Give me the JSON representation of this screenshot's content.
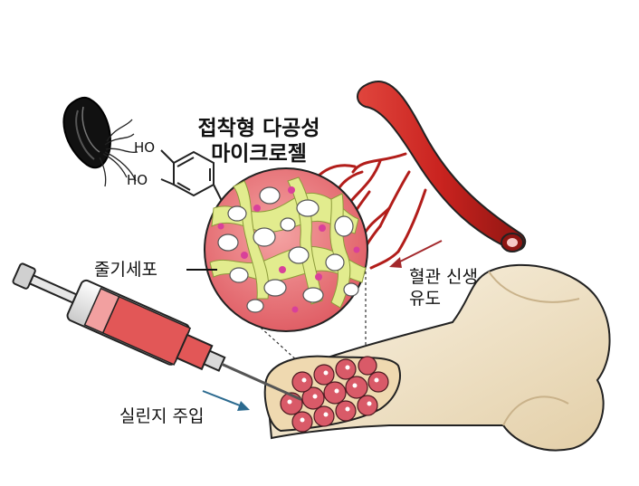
{
  "title_lines": [
    "접착형 다공성",
    "마이크로젤"
  ],
  "labels": {
    "stem_cell": "줄기세포",
    "angiogenesis_lines": [
      "혈관 신생",
      "유도"
    ],
    "syringe_injection": "실린지 주입"
  },
  "chemistry": {
    "ho_top": "HO",
    "ho_bottom": "HO"
  },
  "colors": {
    "microgel_red": "#e8757a",
    "microgel_yellow": "#dfe98a",
    "vessel_red": "#c9231f",
    "bone": "#f3e7cf",
    "syringe_red": "#e25757",
    "arrow_blue": "#2b6a8f",
    "arrow_red": "#a3282b"
  }
}
